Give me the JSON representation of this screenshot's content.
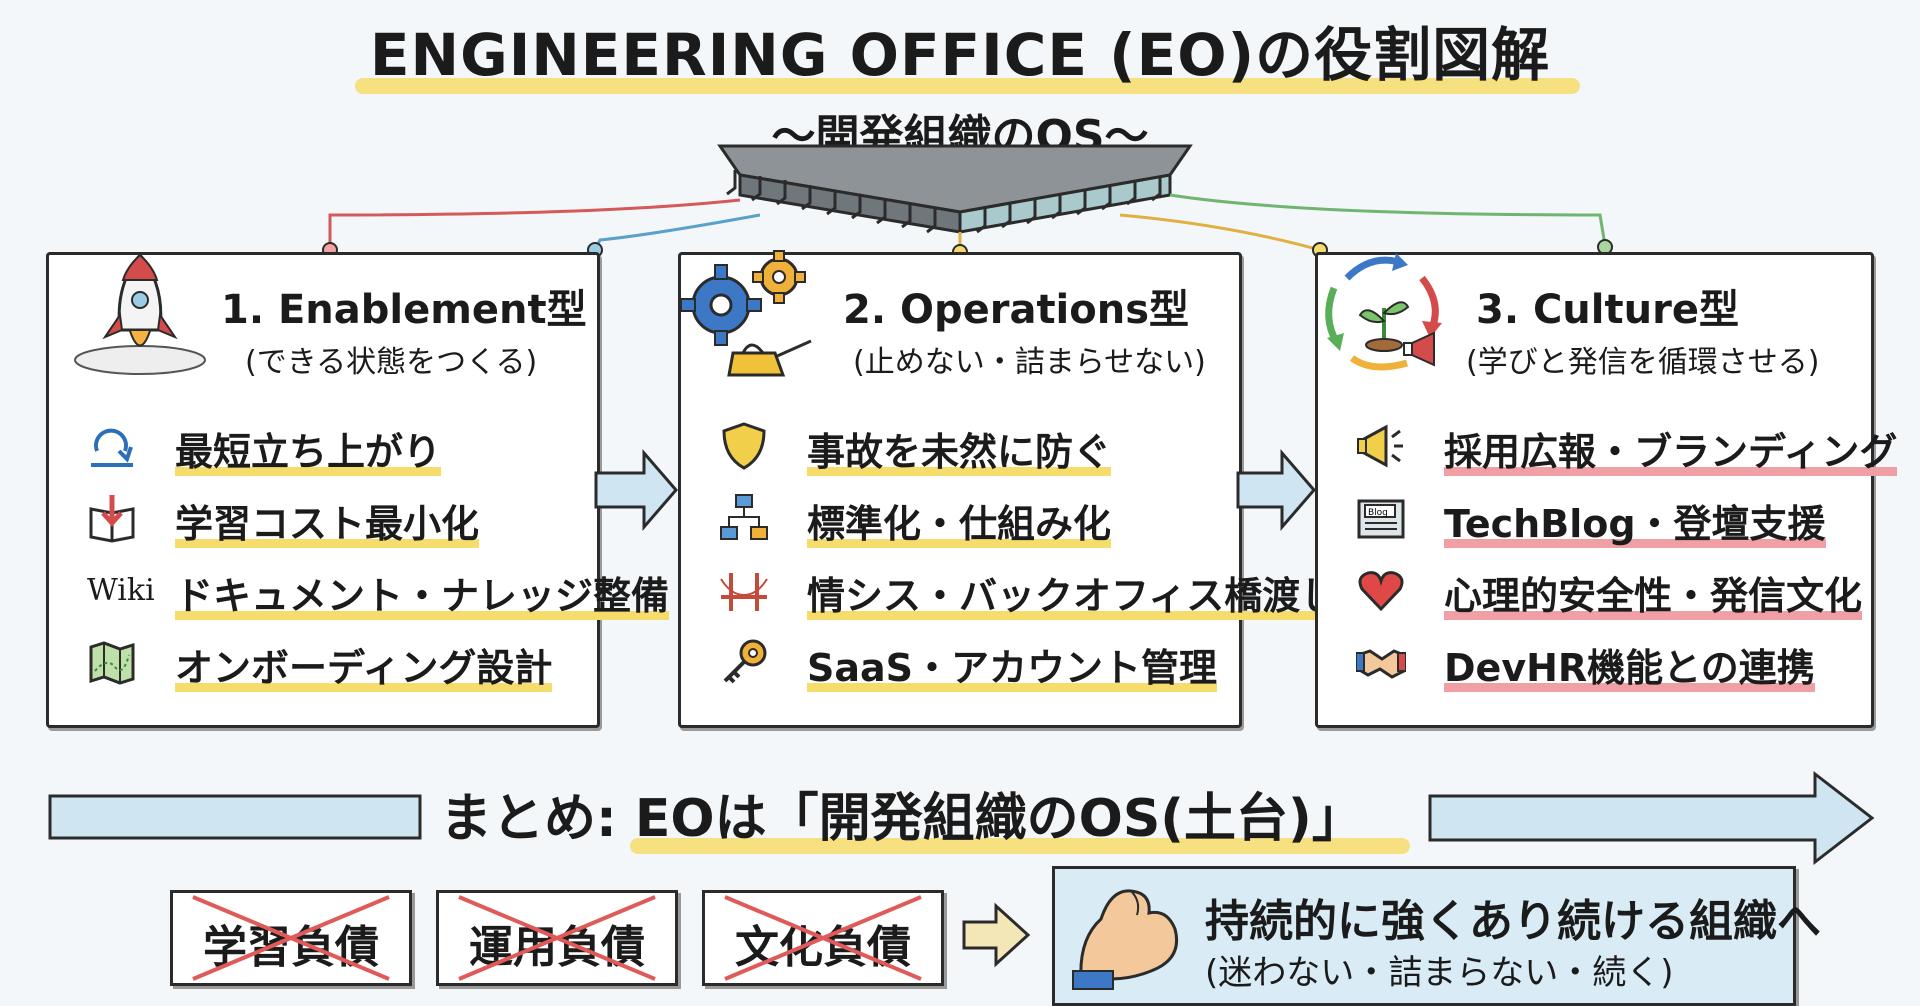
{
  "title": "ENGINEERING OFFICE (EO)の役割図解",
  "subtitle": "〜開発組織のOS〜",
  "panels": [
    {
      "title": "1. Enablement型",
      "subtitle": "(できる状態をつくる)",
      "icon": "rocket-icon",
      "items": [
        {
          "label": "最短立ち上がり",
          "icon": "cycle-arrow-icon"
        },
        {
          "label": "学習コスト最小化",
          "icon": "book-download-icon"
        },
        {
          "label": "ドキュメント・ナレッジ整備",
          "icon": "Wiki"
        },
        {
          "label": "オンボーディング設計",
          "icon": "map-icon"
        }
      ]
    },
    {
      "title": "2. Operations型",
      "subtitle": "(止めない・詰まらせない)",
      "icon": "gears-oil-can-icon",
      "items": [
        {
          "label": "事故を未然に防ぐ",
          "icon": "shield-icon"
        },
        {
          "label": "標準化・仕組み化",
          "icon": "flowchart-icon"
        },
        {
          "label": "情シス・バックオフィス橋渡し",
          "icon": "bridge-icon"
        },
        {
          "label": "SaaS・アカウント管理",
          "icon": "key-icon"
        }
      ]
    },
    {
      "title": "3. Culture型",
      "subtitle": "(学びと発信を循環させる)",
      "icon": "sprout-cycle-megaphone-icon",
      "items": [
        {
          "label": "採用広報・ブランディング",
          "icon": "megaphone-icon"
        },
        {
          "label": "TechBlog・登壇支援",
          "icon": "blog-icon"
        },
        {
          "label": "心理的安全性・発信文化",
          "icon": "heart-icon"
        },
        {
          "label": "DevHR機能との連携",
          "icon": "handshake-icon"
        }
      ]
    }
  ],
  "summary": "まとめ: EOは「開発組織のOS(土台)」",
  "debts": [
    "学習負債",
    "運用負債",
    "文化負債"
  ],
  "result": {
    "main": "持続的に強くあり続ける組織へ",
    "sub": "(迷わない・詰まらない・続く)",
    "icon": "flexed-arm-icon"
  },
  "colors": {
    "highlight_yellow": "#f6dc6a",
    "highlight_red": "#f0a0a4",
    "arrow_blue": "#cfe6f2",
    "result_bg": "#d9ecf6"
  }
}
